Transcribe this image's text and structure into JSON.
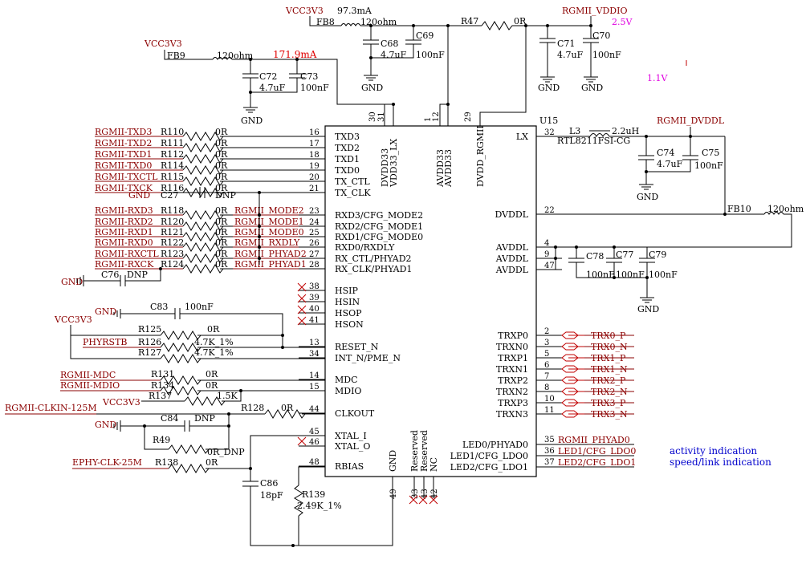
{
  "chip": {
    "ref": "U15",
    "part": "RTL8211FSI-CG",
    "left_pins": [
      {
        "num": "16",
        "name": "TXD3"
      },
      {
        "num": "17",
        "name": "TXD2"
      },
      {
        "num": "18",
        "name": "TXD1"
      },
      {
        "num": "19",
        "name": "TXD0"
      },
      {
        "num": "20",
        "name": "TX_CTL"
      },
      {
        "num": "21",
        "name": "TX_CLK"
      },
      {
        "num": "23",
        "name": "RXD3/CFG_MODE2"
      },
      {
        "num": "24",
        "name": "RXD2/CFG_MODE1"
      },
      {
        "num": "25",
        "name": "RXD1/CFG_MODE0"
      },
      {
        "num": "26",
        "name": "RXD0/RXDLY"
      },
      {
        "num": "27",
        "name": "RX_CTL/PHYAD2"
      },
      {
        "num": "28",
        "name": "RX_CLK/PHYAD1"
      },
      {
        "num": "38",
        "name": "HSIP"
      },
      {
        "num": "39",
        "name": "HSIN"
      },
      {
        "num": "40",
        "name": "HSOP"
      },
      {
        "num": "41",
        "name": "HSON"
      },
      {
        "num": "13",
        "name": "RESET_N"
      },
      {
        "num": "34",
        "name": "INT_N/PME_N"
      },
      {
        "num": "14",
        "name": "MDC"
      },
      {
        "num": "15",
        "name": "MDIO"
      },
      {
        "num": "44",
        "name": "CLKOUT"
      },
      {
        "num": "45",
        "name": "XTAL_I"
      },
      {
        "num": "46",
        "name": "XTAL_O"
      },
      {
        "num": "48",
        "name": "RBIAS"
      }
    ],
    "right_pins": [
      {
        "num": "32",
        "name": "LX"
      },
      {
        "num": "22",
        "name": "DVDDL"
      },
      {
        "num": "4",
        "name": "AVDDL"
      },
      {
        "num": "9",
        "name": "AVDDL"
      },
      {
        "num": "47",
        "name": "AVDDL"
      },
      {
        "num": "2",
        "name": "TRXP0"
      },
      {
        "num": "3",
        "name": "TRXN0"
      },
      {
        "num": "5",
        "name": "TRXP1"
      },
      {
        "num": "6",
        "name": "TRXN1"
      },
      {
        "num": "7",
        "name": "TRXP2"
      },
      {
        "num": "8",
        "name": "TRXN2"
      },
      {
        "num": "10",
        "name": "TRXP3"
      },
      {
        "num": "11",
        "name": "TRXN3"
      },
      {
        "num": "35",
        "name": "LED0/PHYAD0"
      },
      {
        "num": "36",
        "name": "LED1/CFG_LDO0"
      },
      {
        "num": "37",
        "name": "LED2/CFG_LDO1"
      }
    ],
    "top_pins": [
      {
        "num": "30",
        "name": "DVDD33"
      },
      {
        "num": "31",
        "name": "VDD33_LX"
      },
      {
        "num": "1",
        "name": "AVDD33"
      },
      {
        "num": "12",
        "name": "AVDD33"
      },
      {
        "num": "29",
        "name": "DVDD_RGMII"
      }
    ],
    "bottom_pins": [
      {
        "num": "49",
        "name": "GND"
      },
      {
        "num": "33",
        "name": "Reserved"
      },
      {
        "num": "43",
        "name": "Reserved"
      },
      {
        "num": "42",
        "name": "NC"
      }
    ]
  },
  "rgmii_rows": [
    {
      "net": "RGMII-TXD3",
      "res": "R110",
      "val": "0R"
    },
    {
      "net": "RGMII-TXD2",
      "res": "R111",
      "val": "0R"
    },
    {
      "net": "RGMII-TXD1",
      "res": "R112",
      "val": "0R"
    },
    {
      "net": "RGMII-TXD0",
      "res": "R114",
      "val": "0R"
    },
    {
      "net": "RGMII-TXCTL",
      "res": "R115",
      "val": "0R"
    },
    {
      "net": "RGMII-TXCK",
      "res": "R116",
      "val": "0R"
    },
    {
      "net": "RGMII-RXD3",
      "res": "R118",
      "val": "0R",
      "strap": "RGMII_MODE2"
    },
    {
      "net": "RGMII-RXD2",
      "res": "R120",
      "val": "0R",
      "strap": "RGMII_MODE1"
    },
    {
      "net": "RGMII-RXD1",
      "res": "R121",
      "val": "0R",
      "strap": "RGMII_MODE0"
    },
    {
      "net": "RGMII-RXD0",
      "res": "R122",
      "val": "0R",
      "strap": "RGMII_RXDLY"
    },
    {
      "net": "RGMII-RXCTL",
      "res": "R123",
      "val": "0R",
      "strap": "RGMII_PHYAD2"
    },
    {
      "net": "RGMII-RXCK",
      "res": "R124",
      "val": "0R",
      "strap": "RGMII_PHYAD1"
    }
  ],
  "trx_nets": [
    "TRX0_P",
    "TRX0_N",
    "TRX1_P",
    "TRX1_N",
    "TRX2_P",
    "TRX2_N",
    "TRX3_P",
    "TRX3_N"
  ],
  "power": {
    "vcc3v3": "VCC3V3",
    "fb8": "FB8",
    "fb8_val": "120ohm",
    "fb8_current": "97.3mA",
    "fb9": "FB9",
    "fb9_val": "120ohm",
    "fb9_current": "171.9mA",
    "fb10": "FB10",
    "fb10_val": "120ohm",
    "r47": "R47",
    "r47_val": "0R",
    "rgmii_vddio": "RGMII_VDDIO",
    "v25": "2.5V",
    "v11": "1.1V",
    "rgmii_dvddl": "RGMII_DVDDL",
    "l3": "L3",
    "l3_val": "2.2uH",
    "gnd": "GND"
  },
  "caps": {
    "c68": "C68",
    "c68_val": "4.7uF",
    "c69": "C69",
    "c69_val": "100nF",
    "c72": "C72",
    "c72_val": "4.7uF",
    "c73": "C73",
    "c73_val": "100nF",
    "c71": "C71",
    "c71_val": "4.7uF",
    "c70": "C70",
    "c70_val": "100nF",
    "c74": "C74",
    "c74_val": "4.7uF",
    "c75": "C75",
    "c75_val": "100nF",
    "c78": "C78",
    "c78_val": "100nF",
    "c77": "C77",
    "c77_val": "100nF",
    "c79": "C79",
    "c79_val": "100nF",
    "c27": "C27",
    "c27_val": "DNP",
    "c76": "C76",
    "c76_val": "DNP",
    "c83": "C83",
    "c83_val": "100nF",
    "c84": "C84",
    "c84_val": "DNP",
    "c86": "C86",
    "c86_val": "18pF"
  },
  "misc": {
    "r125": "R125",
    "r125_val": "0R",
    "r126": "R126",
    "r126_val": "4.7K_1%",
    "r127": "R127",
    "r127_val": "4.7K_1%",
    "phyrstb": "PHYRSTB",
    "rgmii_mdc": "RGMII-MDC",
    "r131": "R131",
    "r131_val": "0R",
    "rgmii_mdio": "RGMII-MDIO",
    "r134": "R134",
    "r134_val": "0R",
    "r137": "R137",
    "r137_val": "1.5K",
    "clkin": "RGMII-CLKIN-125M",
    "r128": "R128",
    "r128_val": "0R",
    "r49": "R49",
    "r49_val": "0R_DNP",
    "ephy_clk": "EPHY-CLK-25M",
    "r138": "R138",
    "r138_val": "0R",
    "r139": "R139",
    "r139_val": "2.49K_1%",
    "led0_net": "RGMII_PHYAD0",
    "led1_net": "LED1/CFG_LDO0",
    "led2_net": "LED2/CFG_LDO1",
    "note1": "activity indication",
    "note2": "speed/link indication"
  }
}
